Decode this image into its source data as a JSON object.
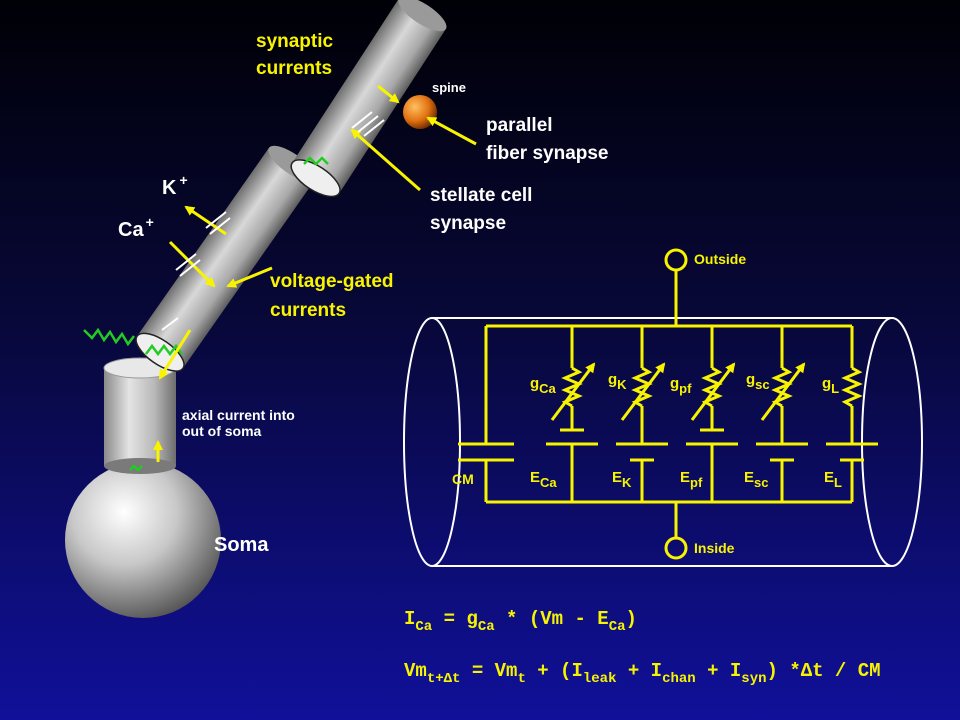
{
  "labels": {
    "synaptic_currents": [
      "synaptic",
      "currents"
    ],
    "spine": "spine",
    "parallel_fiber_synapse": [
      "parallel",
      "fiber synapse"
    ],
    "stellate_cell_synapse": [
      "stellate cell",
      "synapse"
    ],
    "k_ion": "K",
    "ca_ion": "Ca",
    "ion_charge": "+",
    "voltage_gated_currents": [
      "voltage-gated",
      "currents"
    ],
    "axial_current": [
      "axial current into",
      "out of soma"
    ],
    "soma": "Soma"
  },
  "circuit": {
    "outside": "Outside",
    "inside": "Inside",
    "cm": "CM",
    "conductances": [
      {
        "g": "g",
        "sub": "Ca",
        "e": "E",
        "esub": "Ca"
      },
      {
        "g": "g",
        "sub": "K",
        "e": "E",
        "esub": "K"
      },
      {
        "g": "g",
        "sub": "pf",
        "e": "E",
        "esub": "pf"
      },
      {
        "g": "g",
        "sub": "sc",
        "e": "E",
        "esub": "sc"
      },
      {
        "g": "g",
        "sub": "L",
        "e": "E",
        "esub": "L"
      }
    ]
  },
  "equations": {
    "eq1": {
      "i": "I",
      "i_sub": "Ca",
      "eq": " = ",
      "g": "g",
      "g_sub": "Ca",
      "rest": " * (Vm - E",
      "e_sub": "Ca",
      "close": ")"
    },
    "eq2": {
      "vm": "Vm",
      "vm_sub": "t+Δt",
      "eq": " = Vm",
      "vm2_sub": "t",
      "p1": " + (I",
      "leak": "leak",
      "p2": " + I",
      "chan": "chan",
      "p3": " + I",
      "syn": "syn",
      "p4": ") *Δt / CM"
    }
  },
  "colors": {
    "label": "#f8f400",
    "white": "#ffffff",
    "wiggle": "#22cc22",
    "spine": "#f08010"
  }
}
